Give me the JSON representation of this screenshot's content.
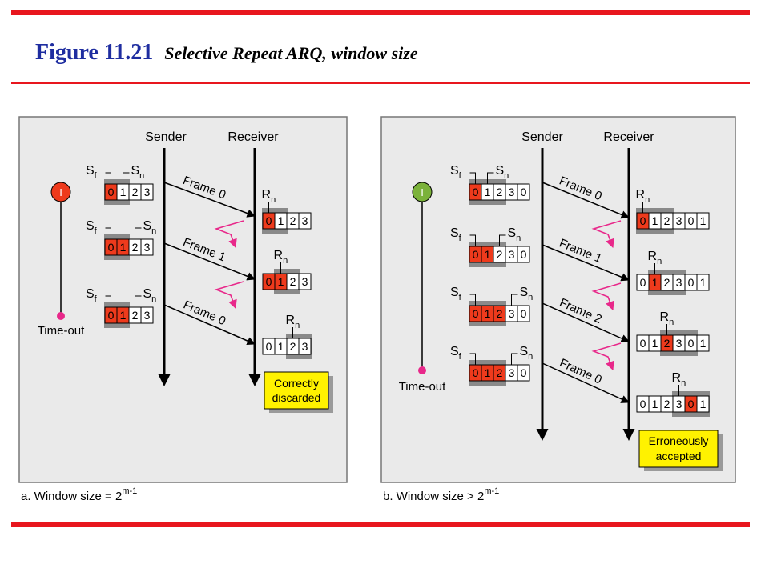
{
  "header": {
    "figure_number": "Figure 11.21",
    "figure_title": "Selective Repeat ARQ, window size"
  },
  "colors": {
    "accent_red": "#e8161e",
    "title_blue": "#1e2da0",
    "slot_red": "#ee3a1c",
    "window_gray": "#8a8a8a",
    "note_yellow": "#fff200",
    "ack_pink": "#e8288a",
    "timer_red": "#ee3a1c",
    "timer_green": "#7bb23a"
  },
  "panel_a": {
    "sender_label": "Sender",
    "receiver_label": "Receiver",
    "timer_label": "I",
    "timeout_label": "Time-out",
    "sf_label": "S",
    "sf_sub": "f",
    "sn_label": "S",
    "sn_sub": "n",
    "rn_label": "R",
    "rn_sub": "n",
    "sender_seq": [
      "0",
      "1",
      "2",
      "3"
    ],
    "receiver_seq": [
      "0",
      "1",
      "2",
      "3"
    ],
    "frames": [
      "Frame 0",
      "Frame 1",
      "Frame 0"
    ],
    "note_line1": "Correctly",
    "note_line2": "discarded",
    "caption_main": "a. Window size = 2",
    "caption_sup": "m-1"
  },
  "panel_b": {
    "sender_label": "Sender",
    "receiver_label": "Receiver",
    "timer_label": "I",
    "timeout_label": "Time-out",
    "sf_label": "S",
    "sf_sub": "f",
    "sn_label": "S",
    "sn_sub": "n",
    "rn_label": "R",
    "rn_sub": "n",
    "sender_seq": [
      "0",
      "1",
      "2",
      "3",
      "0"
    ],
    "receiver_seq": [
      "0",
      "1",
      "2",
      "3",
      "0",
      "1"
    ],
    "frames": [
      "Frame 0",
      "Frame 1",
      "Frame 2",
      "Frame 0"
    ],
    "note_line1": "Erroneously",
    "note_line2": "accepted",
    "caption_main": "b. Window size > 2",
    "caption_sup": "m-1"
  }
}
